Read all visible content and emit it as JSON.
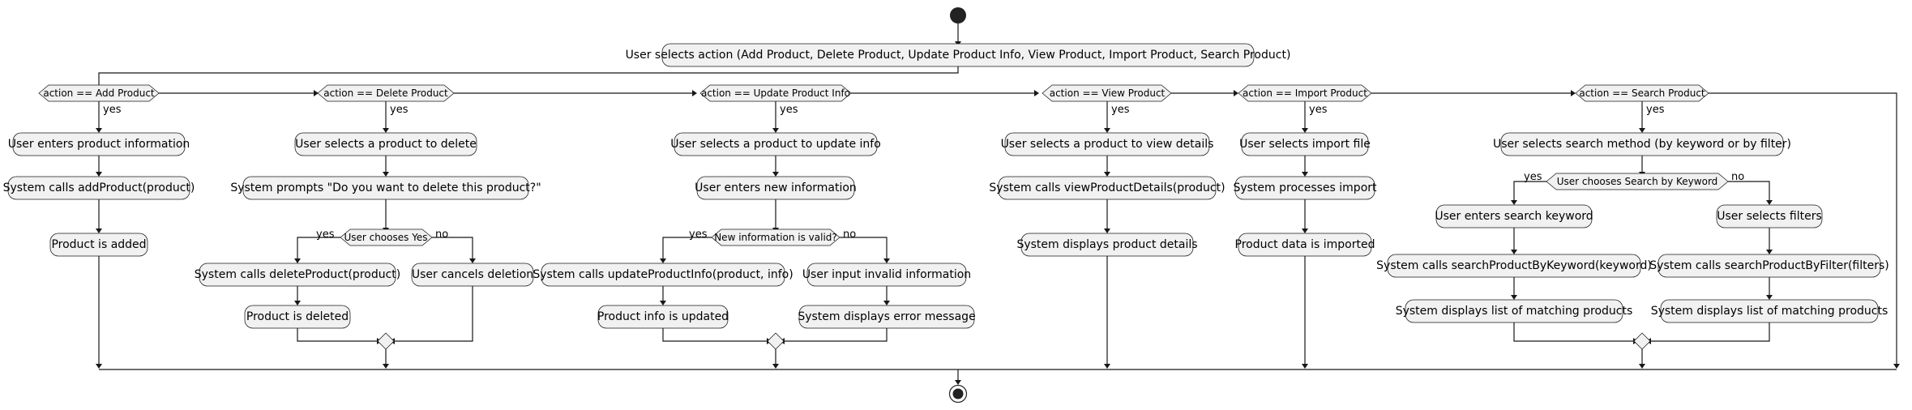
{
  "diagram": {
    "actions": {
      "select_action": "User selects action (Add Product, Delete Product, Update Product Info, View Product, Import Product, Search Product)",
      "add_enter_info": "User enters product information",
      "add_call": "System calls addProduct(product)",
      "add_done": "Product is added",
      "del_select": "User selects a product to delete",
      "del_prompt": "System prompts \"Do you want to delete this product?\"",
      "del_call": "System calls deleteProduct(product)",
      "del_done": "Product is deleted",
      "del_cancel": "User cancels deletion",
      "upd_select": "User selects a product to update info",
      "upd_enter": "User enters new information",
      "upd_call": "System calls updateProductInfo(product, info)",
      "upd_done": "Product info is updated",
      "upd_invalid": "User input invalid information",
      "upd_error": "System displays error message",
      "view_select": "User selects a product to view details",
      "view_call": "System calls viewProductDetails(product)",
      "view_done": "System displays product details",
      "imp_select": "User selects import file",
      "imp_process": "System processes import",
      "imp_done": "Product data is imported",
      "srch_method": "User selects search method (by keyword or by filter)",
      "srch_keyword": "User enters search keyword",
      "srch_call_kw": "System calls searchProductByKeyword(keyword)",
      "srch_list_kw": "System displays list of matching products",
      "srch_filters": "User selects filters",
      "srch_call_f": "System calls searchProductByFilter(filters)",
      "srch_list_f": "System displays list of matching products"
    },
    "decisions": {
      "add": "action == Add Product",
      "del": "action == Delete Product",
      "upd": "action == Update Product Info",
      "view": "action == View Product",
      "imp": "action == Import Product",
      "srch": "action == Search Product",
      "del_yes": "User chooses Yes",
      "upd_valid": "New information is valid?",
      "srch_kw": "User chooses Search by Keyword"
    },
    "branch_labels": {
      "yes": "yes",
      "no": "no"
    }
  }
}
